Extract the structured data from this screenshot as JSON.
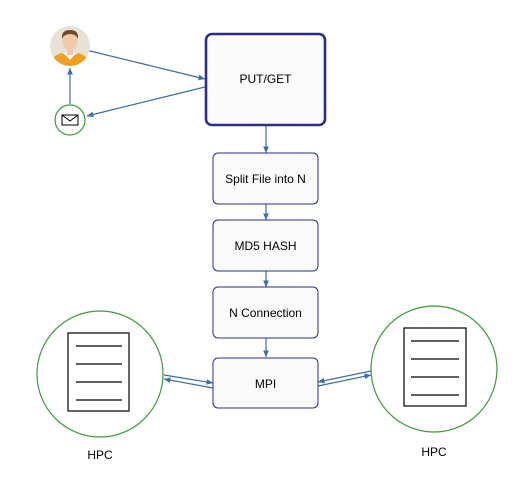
{
  "diagram": {
    "nodes": {
      "putget": {
        "label": "PUT/GET"
      },
      "split": {
        "label": "Split File into N"
      },
      "md5": {
        "label": "MD5 HASH"
      },
      "nconn": {
        "label": "N Connection"
      },
      "mpi": {
        "label": "MPI"
      }
    },
    "hpc_left": {
      "label": "HPC",
      "icon": "document-icon"
    },
    "hpc_right": {
      "label": "HPC",
      "icon": "document-icon"
    },
    "user": {
      "icon": "user-avatar-icon"
    },
    "mail": {
      "icon": "envelope-icon"
    }
  },
  "colors": {
    "edge": "#3b6ea8",
    "box_border": "#2b2e8c",
    "box_fill": "#fafafa",
    "circle_border": "#3a9a3a",
    "avatar_bg": "#e6e3d6",
    "avatar_shirt": "#f0a020"
  }
}
